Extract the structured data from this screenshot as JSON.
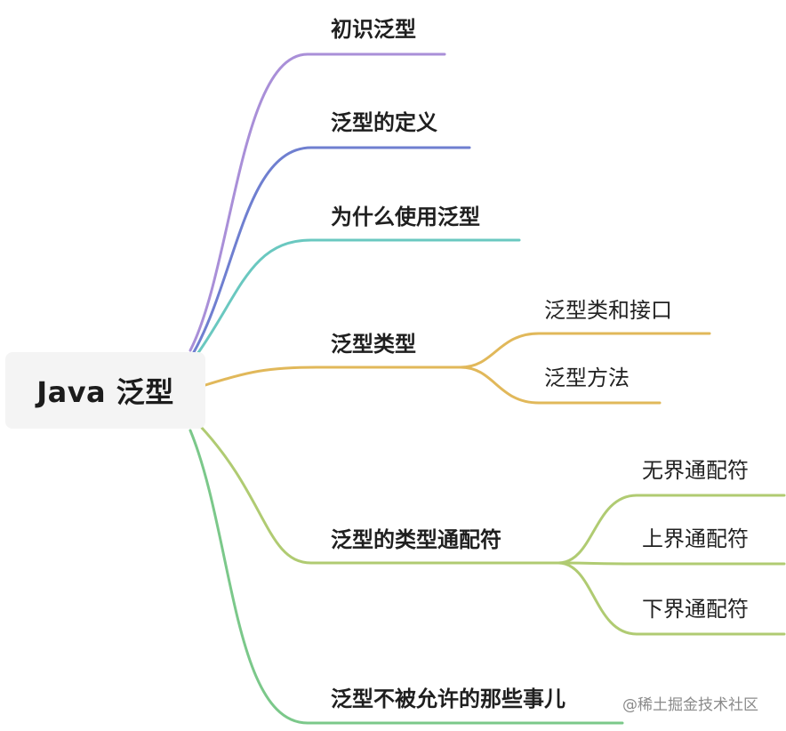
{
  "root": {
    "label": "Java 泛型"
  },
  "branches": [
    {
      "label": "初识泛型",
      "color": "#a98fd8"
    },
    {
      "label": "泛型的定义",
      "color": "#6f7fd0"
    },
    {
      "label": "为什么使用泛型",
      "color": "#6ac8c0"
    },
    {
      "label": "泛型类型",
      "color": "#e1b85a",
      "children": [
        {
          "label": "泛型类和接口"
        },
        {
          "label": "泛型方法"
        }
      ]
    },
    {
      "label": "泛型的类型通配符",
      "color": "#b0cb72",
      "children": [
        {
          "label": "无界通配符"
        },
        {
          "label": "上界通配符"
        },
        {
          "label": "下界通配符"
        }
      ]
    },
    {
      "label": "泛型不被允许的那些事儿",
      "color": "#7bc88a"
    }
  ],
  "watermark": "@稀土掘金技术社区"
}
